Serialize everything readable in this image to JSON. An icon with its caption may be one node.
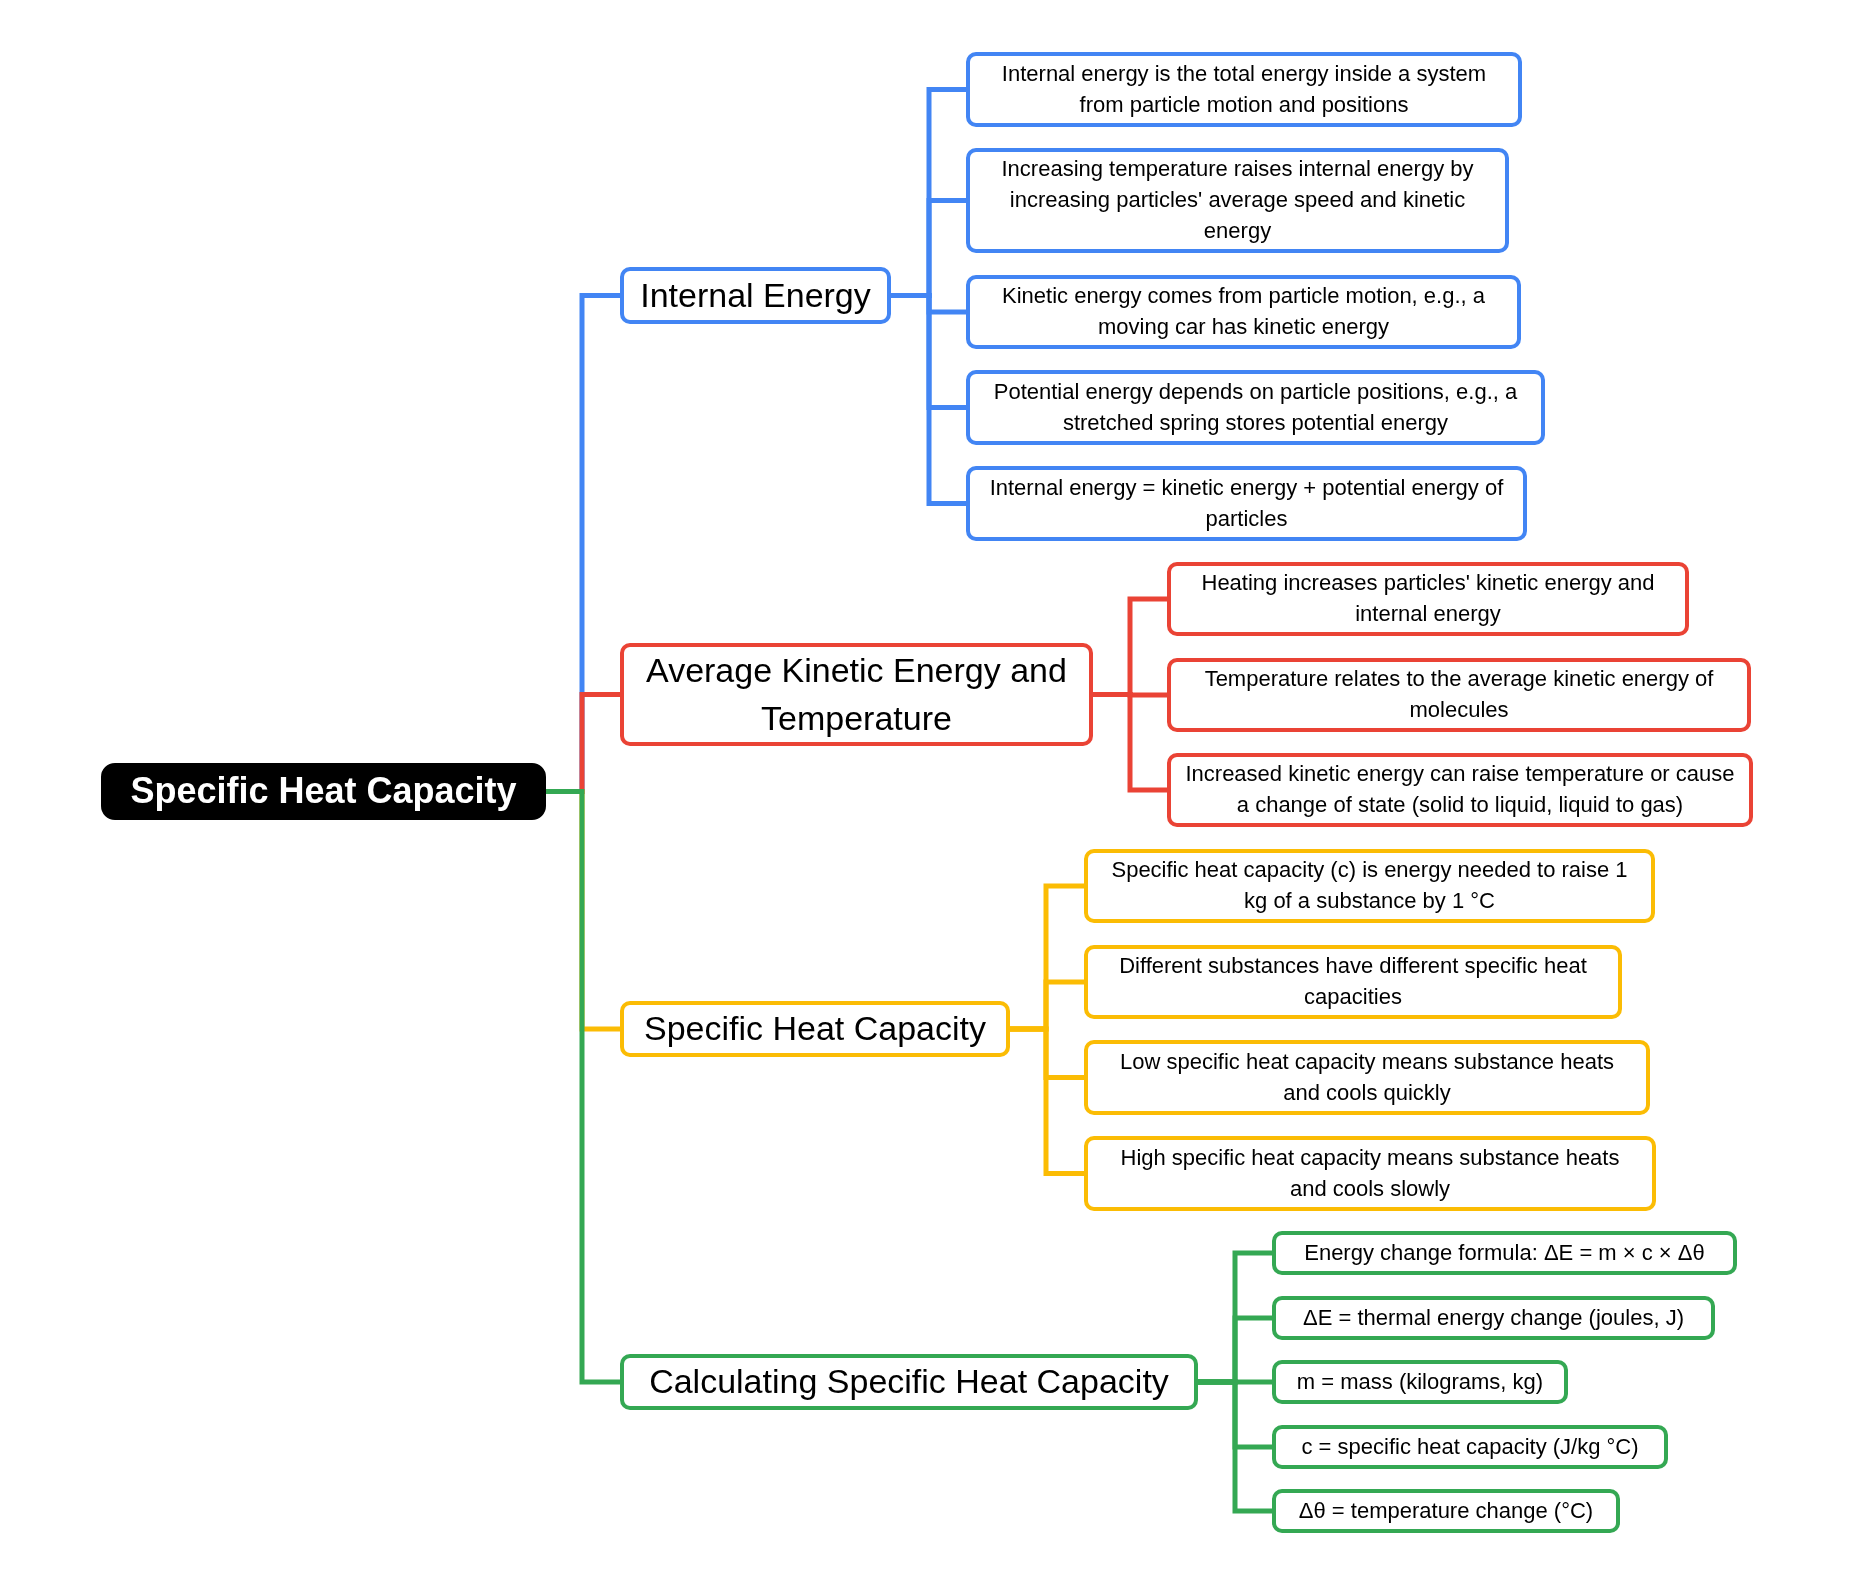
{
  "diagram": {
    "nodes": [
      {
        "text": [
          "Specific Heat Capacity"
        ]
      },
      {
        "text": [
          "Internal Energy"
        ]
      },
      {
        "text": [
          "Internal energy is the total energy inside a system from particle motion and positions"
        ]
      },
      {
        "text": [
          "Increasing temperature raises internal energy by increasing particles' average speed and kinetic energy"
        ]
      },
      {
        "text": [
          "Kinetic energy comes from particle motion, e.g., a moving car has kinetic energy"
        ]
      },
      {
        "text": [
          "Potential energy depends on particle positions, e.g., a stretched spring stores potential energy"
        ]
      },
      {
        "text": [
          "Internal energy = kinetic energy + potential energy of particles"
        ]
      },
      {
        "text": [
          "Average Kinetic Energy and Temperature"
        ]
      },
      {
        "text": [
          "Heating increases particles' kinetic energy and internal energy"
        ]
      },
      {
        "text": [
          "Temperature relates to the average kinetic energy of molecules"
        ]
      },
      {
        "text": [
          "Increased kinetic energy can raise temperature or cause a change of state (solid to liquid, liquid to gas)"
        ]
      },
      {
        "text": [
          "Specific Heat Capacity"
        ]
      },
      {
        "text": [
          "Specific heat capacity (c) is energy needed to raise 1 kg of a substance by 1 °C"
        ]
      },
      {
        "text": [
          "Different substances have different specific heat capacities"
        ]
      },
      {
        "text": [
          "Low specific heat capacity means substance heats and cools quickly"
        ]
      },
      {
        "text": [
          "High specific heat capacity means substance heats and cools slowly"
        ]
      },
      {
        "text": [
          "Calculating Specific Heat Capacity"
        ]
      },
      {
        "text": [
          "Energy change formula: ΔE = m × c × Δθ"
        ]
      },
      {
        "text": [
          "ΔE = thermal energy change (joules, J)"
        ]
      },
      {
        "text": [
          "m = mass (kilograms, kg)"
        ]
      },
      {
        "text": [
          "c = specific heat capacity (J/kg °C)"
        ]
      },
      {
        "text": [
          "Δθ = temperature change (°C)"
        ]
      }
    ],
    "edges": [
      {
        "from": 0,
        "to": 1,
        "arrow": "none",
        "color": "#4285f4"
      },
      {
        "from": 0,
        "to": 7,
        "arrow": "none",
        "color": "#ea4335"
      },
      {
        "from": 0,
        "to": 11,
        "arrow": "none",
        "color": "#fbbc04"
      },
      {
        "from": 0,
        "to": 16,
        "arrow": "none",
        "color": "#34a853"
      },
      {
        "from": 1,
        "to": 2,
        "arrow": "none",
        "color": "#4285f4"
      },
      {
        "from": 1,
        "to": 3,
        "arrow": "none",
        "color": "#4285f4"
      },
      {
        "from": 1,
        "to": 4,
        "arrow": "none",
        "color": "#4285f4"
      },
      {
        "from": 1,
        "to": 5,
        "arrow": "none",
        "color": "#4285f4"
      },
      {
        "from": 1,
        "to": 6,
        "arrow": "none",
        "color": "#4285f4"
      },
      {
        "from": 7,
        "to": 8,
        "arrow": "none",
        "color": "#ea4335"
      },
      {
        "from": 7,
        "to": 9,
        "arrow": "none",
        "color": "#ea4335"
      },
      {
        "from": 7,
        "to": 10,
        "arrow": "none",
        "color": "#ea4335"
      },
      {
        "from": 11,
        "to": 12,
        "arrow": "none",
        "color": "#fbbc04"
      },
      {
        "from": 11,
        "to": 13,
        "arrow": "none",
        "color": "#fbbc04"
      },
      {
        "from": 11,
        "to": 14,
        "arrow": "none",
        "color": "#fbbc04"
      },
      {
        "from": 11,
        "to": 15,
        "arrow": "none",
        "color": "#fbbc04"
      },
      {
        "from": 16,
        "to": 17,
        "arrow": "none",
        "color": "#34a853"
      },
      {
        "from": 16,
        "to": 18,
        "arrow": "none",
        "color": "#34a853"
      },
      {
        "from": 16,
        "to": 19,
        "arrow": "none",
        "color": "#34a853"
      },
      {
        "from": 16,
        "to": 20,
        "arrow": "none",
        "color": "#34a853"
      },
      {
        "from": 16,
        "to": 21,
        "arrow": "none",
        "color": "#34a853"
      }
    ]
  }
}
